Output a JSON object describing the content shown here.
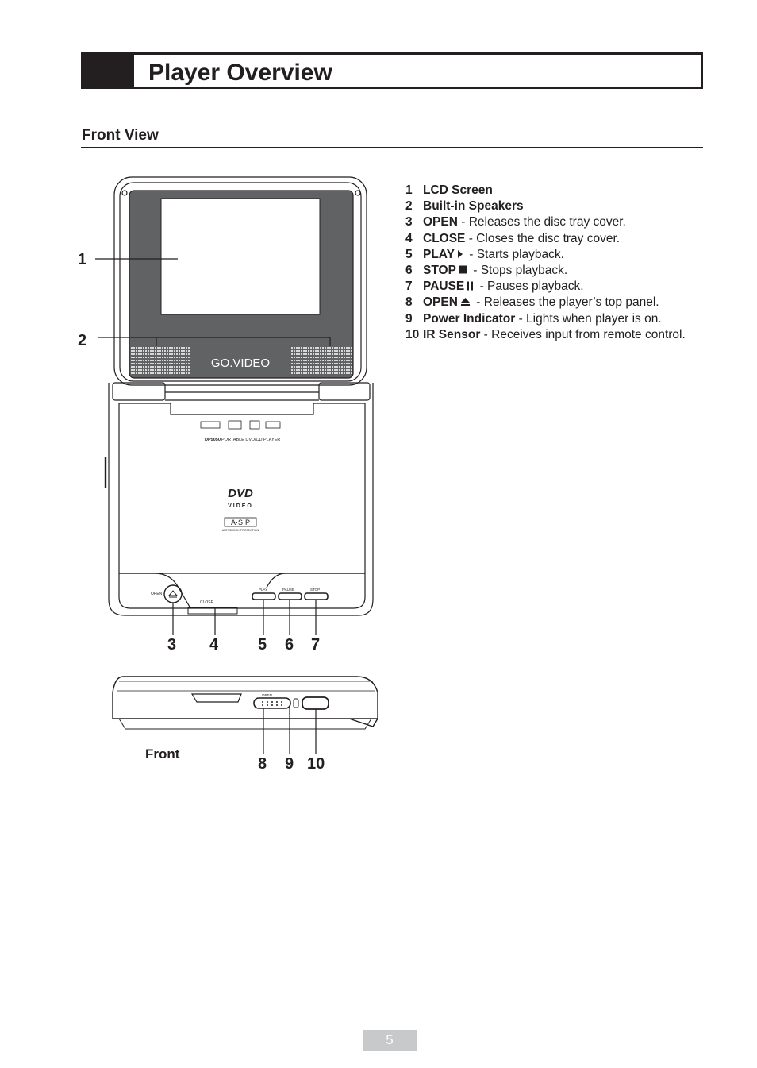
{
  "header": {
    "title": "Player Overview"
  },
  "section": {
    "title": "Front View"
  },
  "items": [
    {
      "num": "1",
      "label": "LCD Screen",
      "desc": ""
    },
    {
      "num": "2",
      "label": "Built-in Speakers",
      "desc": ""
    },
    {
      "num": "3",
      "label": "OPEN",
      "desc": " - Releases the disc tray cover."
    },
    {
      "num": "4",
      "label": "CLOSE",
      "desc": " - Closes the disc tray cover."
    },
    {
      "num": "5",
      "label": "PLAY",
      "glyph": "play-icon",
      "desc": " - Starts playback."
    },
    {
      "num": "6",
      "label": "STOP",
      "glyph": "stop-icon",
      "desc": " - Stops playback."
    },
    {
      "num": "7",
      "label": "PAUSE",
      "glyph": "pause-icon",
      "desc": " - Pauses playback."
    },
    {
      "num": "8",
      "label": "OPEN",
      "glyph": "eject-icon",
      "desc": " - Releases the player’s top panel."
    },
    {
      "num": "9",
      "label": "Power Indicator",
      "desc": " - Lights when player is on."
    },
    {
      "num": "10",
      "label": "IR Sensor",
      "desc": " - Receives input from remote control."
    }
  ],
  "device_labels": {
    "brand": "GO.VIDEO",
    "model": "DP5050",
    "model_desc": "PORTABLE DVD/CD PLAYER",
    "dvd_logo": "DVD",
    "dvd_sub": "VIDEO",
    "asp_logo": "A·S·P",
    "asp_sub": "ANTI SHOCK PROTECTION",
    "open_btn": "OPEN",
    "close_btn": "CLOSE",
    "play_btn": "PLAY",
    "pause_btn": "PAUSE",
    "stop_btn": "STOP",
    "side_open": "OPEN"
  },
  "callouts": {
    "c1": "1",
    "c2": "2",
    "c3": "3",
    "c4": "4",
    "c5": "5",
    "c6": "6",
    "c7": "7",
    "c8": "8",
    "c9": "9",
    "c10": "10"
  },
  "front_label": "Front",
  "page_number": "5"
}
